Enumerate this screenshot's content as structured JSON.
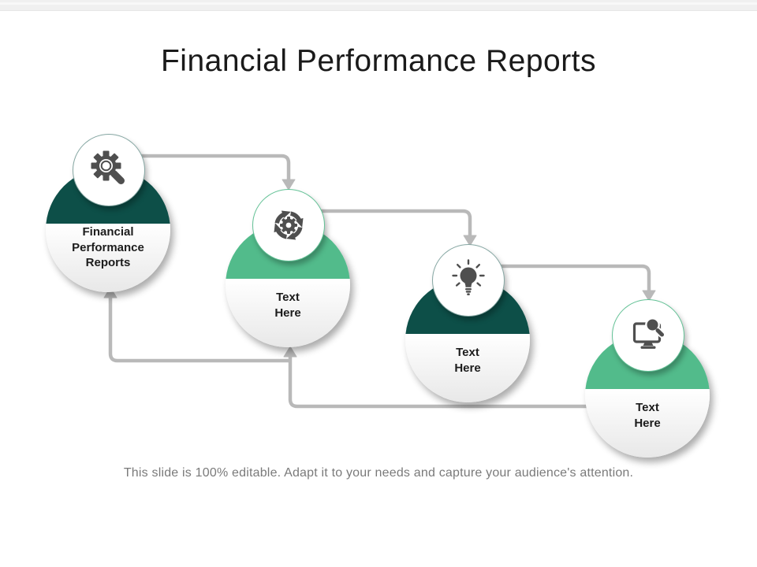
{
  "title": "Financial Performance Reports",
  "caption": "This slide is 100% editable. Adapt it to your needs and capture your audience's attention.",
  "nodes": [
    {
      "label": "Financial\nPerformance\nReports",
      "icon": "gear-magnifier-icon",
      "color": "dark-teal"
    },
    {
      "label": "Text\nHere",
      "icon": "process-cycle-icon",
      "color": "green"
    },
    {
      "label": "Text\nHere",
      "icon": "lightbulb-icon",
      "color": "dark-teal"
    },
    {
      "label": "Text\nHere",
      "icon": "monitor-search-icon",
      "color": "green"
    }
  ],
  "theme": {
    "dark_teal": "#0d4f48",
    "green": "#52bb8b",
    "connector_gray": "#b9b9b9",
    "icon_gray": "#4f4f4f",
    "title_color": "#1a1a1a",
    "caption_color": "#7a7a7a"
  }
}
